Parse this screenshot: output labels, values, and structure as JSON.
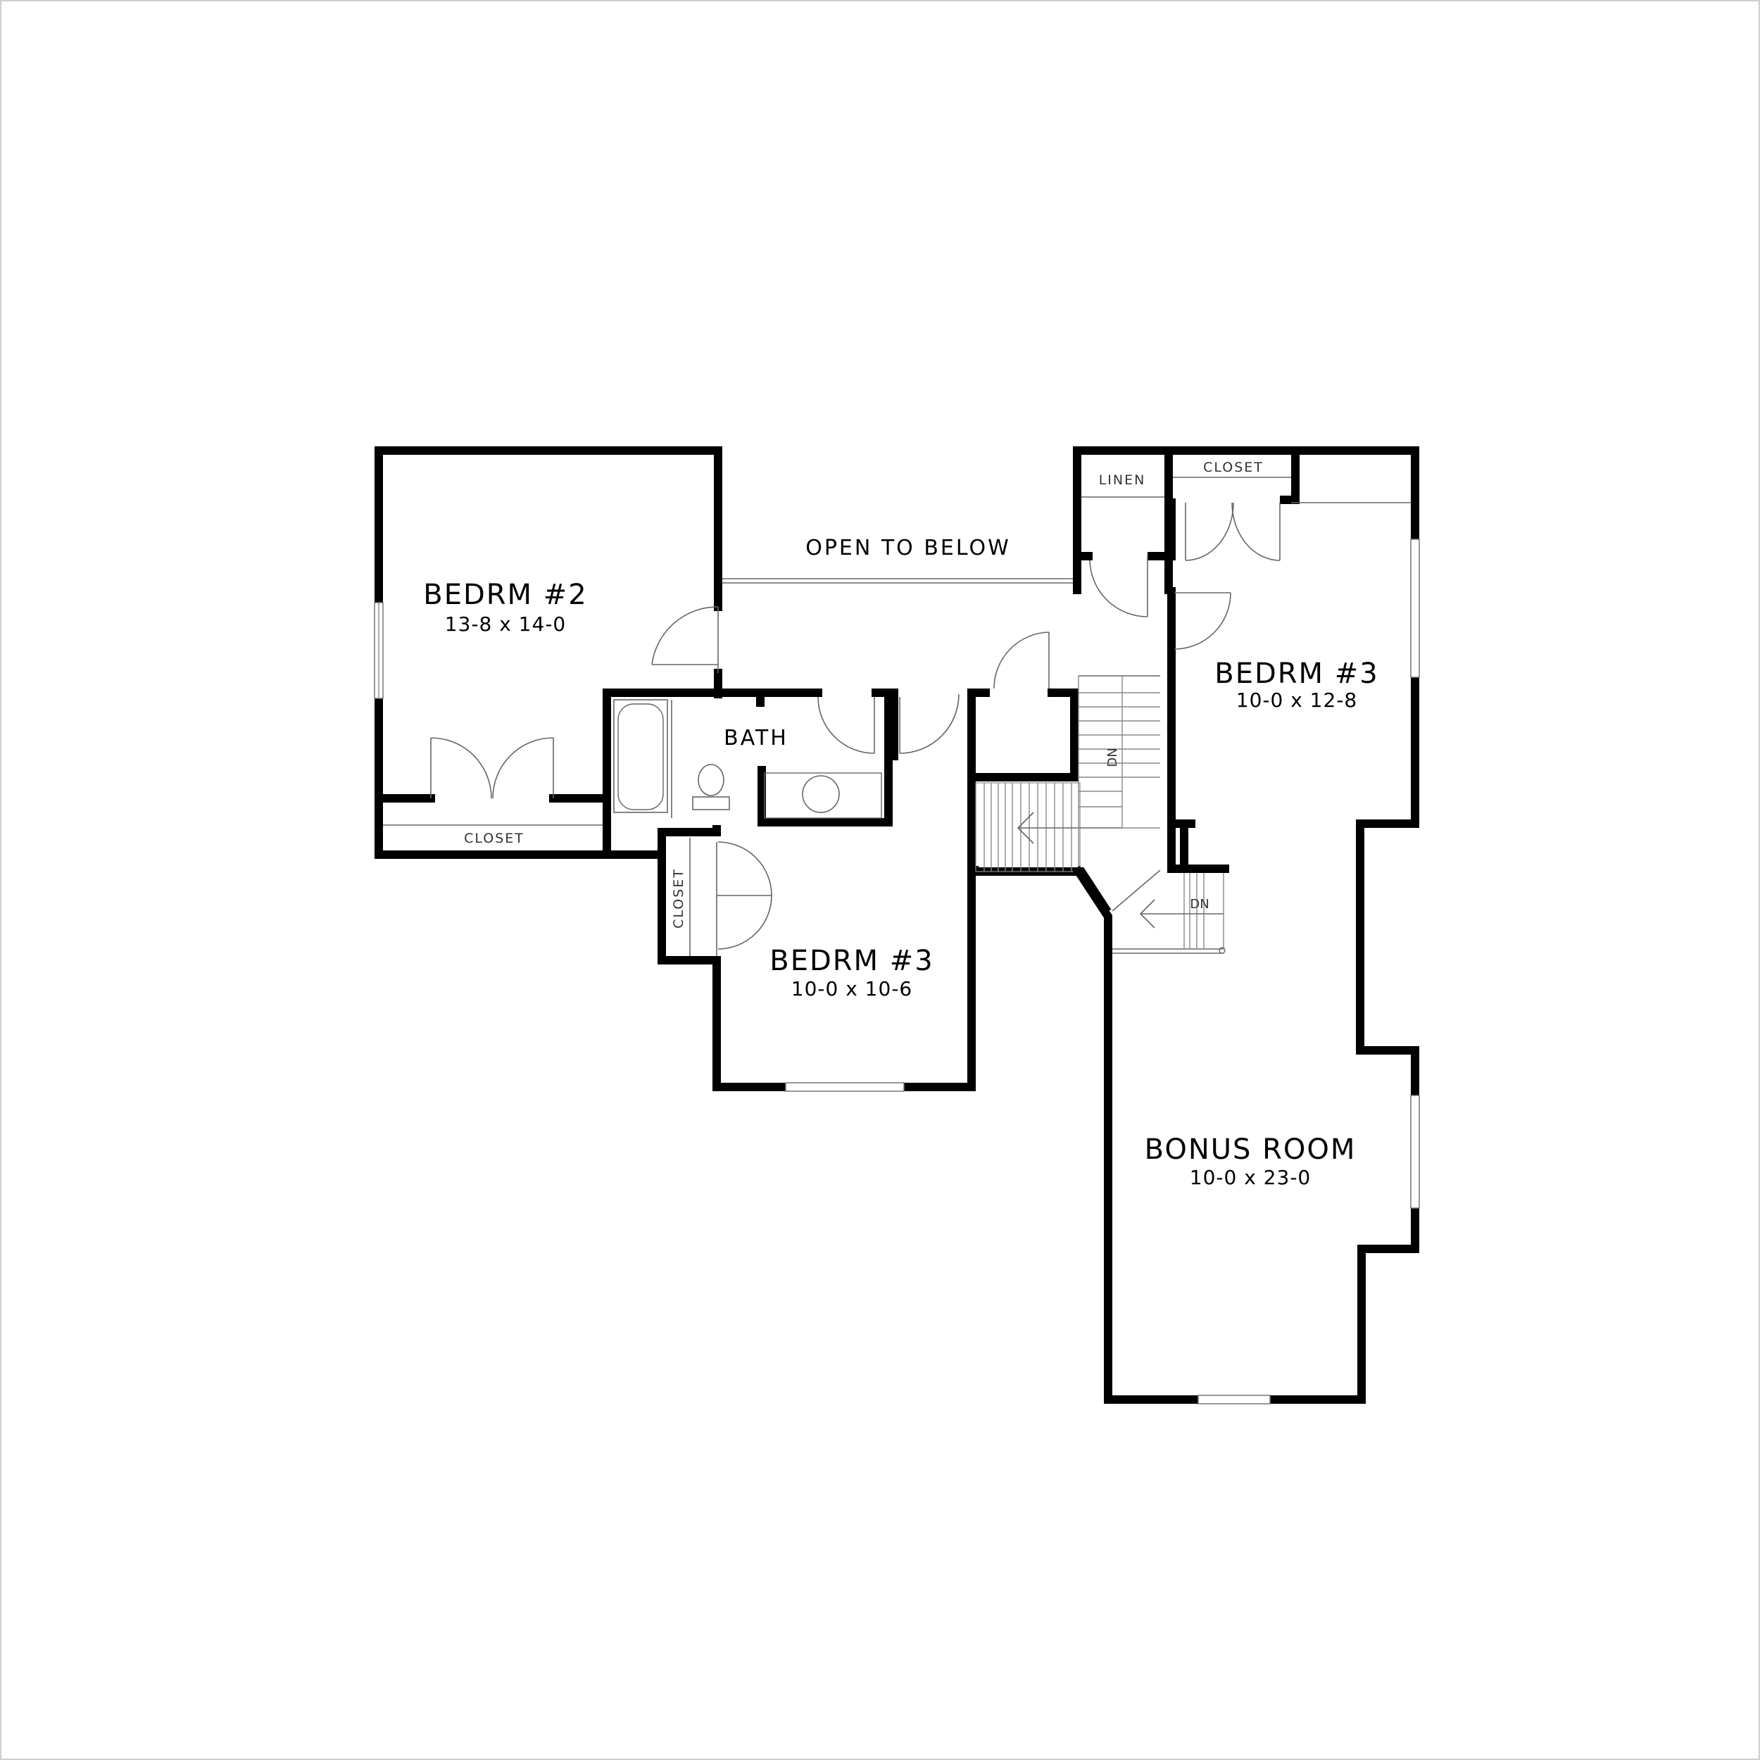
{
  "plan": {
    "rooms": [
      {
        "id": "bedroom-2",
        "name": "BEDRM #2",
        "dims": "13-8 x 14-0"
      },
      {
        "id": "bedroom-3-right",
        "name": "BEDRM #3",
        "dims": "10-0 x 12-8"
      },
      {
        "id": "bedroom-3-lower",
        "name": "BEDRM #3",
        "dims": "10-0 x 10-6"
      },
      {
        "id": "bonus-room",
        "name": "BONUS ROOM",
        "dims": "10-0 x 23-0"
      }
    ],
    "labels": {
      "open_to_below": "OPEN TO BELOW",
      "bath": "BATH",
      "closet": "CLOSET",
      "linen": "LINEN",
      "stair_down": "DN"
    }
  }
}
